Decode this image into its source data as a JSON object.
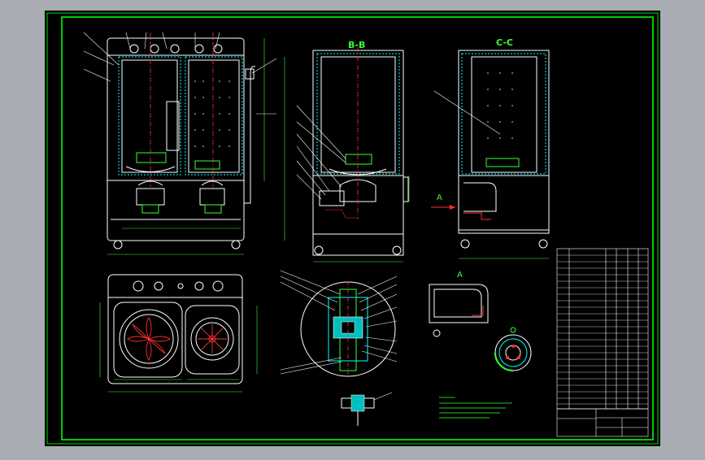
{
  "drawing": {
    "section_bb": "B-B",
    "section_cc": "C-C",
    "view_a": "A",
    "view_a_arrow": "A",
    "colors": {
      "background": "#000000",
      "frame": "#00ff00",
      "outline": "#ffffff",
      "centerline": "#ff3030",
      "hatch": "#00ffff",
      "dimension": "#39ff39",
      "hidden": "#ffff40"
    }
  }
}
